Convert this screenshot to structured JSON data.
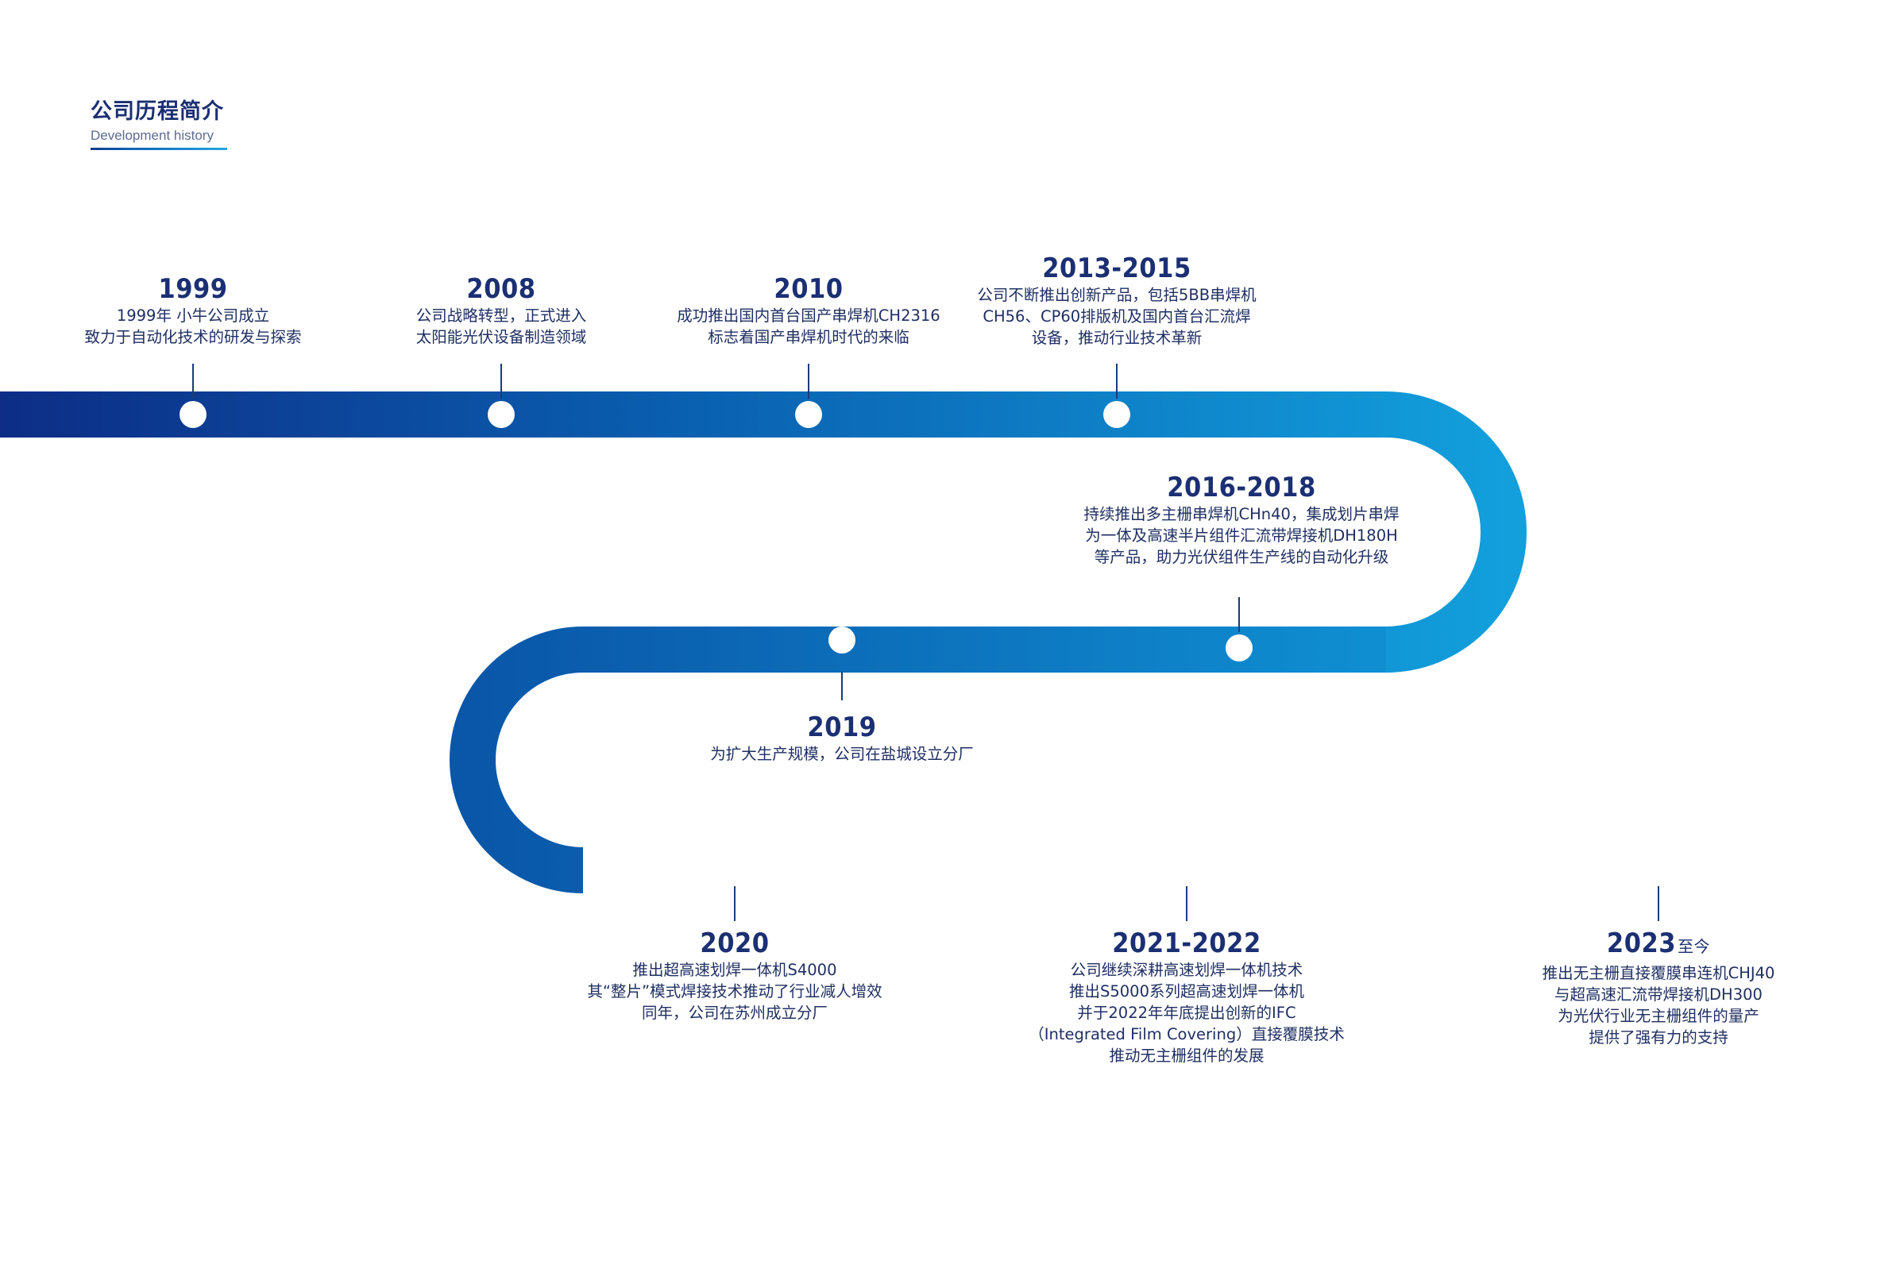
{
  "header": {
    "title": "公司历程简介",
    "subtitle": "Development history"
  },
  "colors": {
    "road_start": "#0d2d86",
    "road_mid": "#0a5fb0",
    "road_end": "#11b2eb",
    "text": "#1b2f73",
    "node": "#ffffff"
  },
  "events": [
    {
      "year": "1999",
      "suffix": "",
      "lines": [
        "1999年 小牛公司成立",
        "致力于自动化技术的研发与探索"
      ]
    },
    {
      "year": "2008",
      "suffix": "",
      "lines": [
        "公司战略转型，正式进入",
        "太阳能光伏设备制造领域"
      ]
    },
    {
      "year": "2010",
      "suffix": "",
      "lines": [
        "成功推出国内首台国产串焊机CH2316",
        "标志着国产串焊机时代的来临"
      ]
    },
    {
      "year": "2013-2015",
      "suffix": "",
      "lines": [
        "公司不断推出创新产品，包括5BB串焊机",
        "CH56、CP60排版机及国内首台汇流焊",
        "设备，推动行业技术革新"
      ]
    },
    {
      "year": "2016-2018",
      "suffix": "",
      "lines": [
        "持续推出多主栅串焊机CHn40，集成划片串焊",
        "为一体及高速半片组件汇流带焊接机DH180H",
        "等产品，助力光伏组件生产线的自动化升级"
      ]
    },
    {
      "year": "2019",
      "suffix": "",
      "lines": [
        "为扩大生产规模，公司在盐城设立分厂"
      ]
    },
    {
      "year": "2020",
      "suffix": "",
      "lines": [
        "推出超高速划焊一体机S4000",
        "其“整片”模式焊接技术推动了行业减人增效",
        "同年，公司在苏州成立分厂"
      ]
    },
    {
      "year": "2021-2022",
      "suffix": "",
      "lines": [
        "公司继续深耕高速划焊一体机技术",
        "推出S5000系列超高速划焊一体机",
        "并于2022年年底提出创新的IFC",
        "（Integrated Film Covering）直接覆膜技术",
        "推动无主栅组件的发展"
      ]
    },
    {
      "year": "2023",
      "suffix": "至今",
      "lines": [
        "推出无主栅直接覆膜串连机CHJ40",
        "与超高速汇流带焊接机DH300",
        "为光伏行业无主栅组件的量产",
        "提供了强有力的支持"
      ]
    }
  ]
}
